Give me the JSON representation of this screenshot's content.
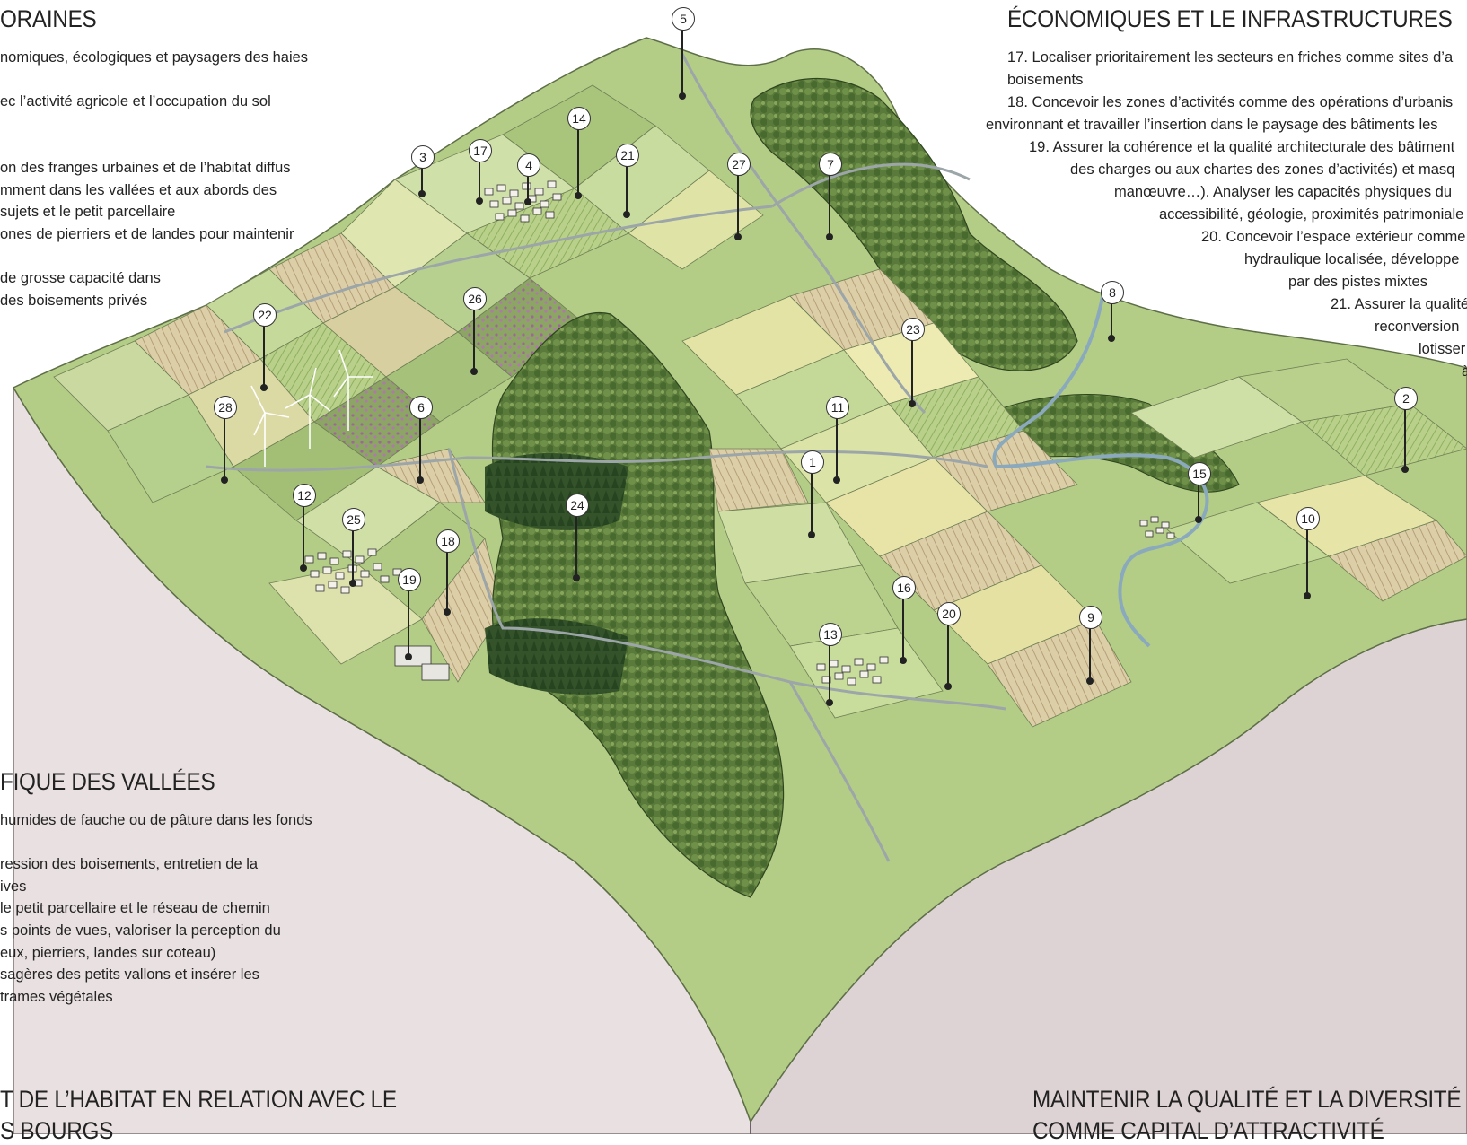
{
  "headings": {
    "top_left": "ORAINES",
    "top_right": "ÉCONOMIQUES ET LE INFRASTRUCTURES",
    "mid_left": "FIQUE DES VALLÉES",
    "bottom_left_1": "T DE L’HABITAT EN RELATION AVEC LE",
    "bottom_left_2": "S BOURGS",
    "bottom_right_1": "MAINTENIR LA QUALITÉ ET LA DIVERSITÉ",
    "bottom_right_2": "COMME CAPITAL D’ATTRACTIVITÉ"
  },
  "left_top_text": [
    "nomiques, écologiques et paysagers des haies",
    "",
    "ec l’activité agricole et l’occupation du sol",
    "",
    "",
    "on des franges urbaines et de l’habitat diffus",
    "mment dans les vallées et aux abords des",
    " sujets et le petit parcellaire",
    "ones de pierriers et de landes pour maintenir",
    "",
    " de grosse capacité dans",
    "des boisements privés"
  ],
  "left_mid_text": [
    "humides de fauche ou de pâture dans les fonds",
    "",
    "ression des boisements, entretien de la",
    "ives",
    " le petit parcellaire et le réseau de chemin",
    "s points de vues, valoriser la perception du",
    "eux, pierriers, landes sur coteau)",
    "sagères des petits vallons et insérer les",
    " trames végétales"
  ],
  "right_text": [
    {
      "text": "17. Localiser prioritairement les secteurs en friches comme sites d’a"
    },
    {
      "text": "boisements"
    },
    {
      "text": "18. Concevoir les zones d’activités comme des opérations d’urbanis"
    },
    {
      "text": "environnant et travailler l’insertion dans le paysage des bâtiments les"
    },
    {
      "text": "19. Assurer la cohérence et la qualité architecturale des bâtiment"
    },
    {
      "text": "des charges ou aux chartes des zones d’activités) et masq"
    },
    {
      "text": "manœuvre…). Analyser les capacités physiques du"
    },
    {
      "text": "accessibilité, géologie, proximités patrimoniale"
    },
    {
      "text": "20. Concevoir l’espace extérieur comme"
    },
    {
      "text": "hydraulique localisée, développe"
    },
    {
      "text": "par des pistes mixtes"
    },
    {
      "text": "21. Assurer la qualité"
    },
    {
      "text": "reconversion"
    },
    {
      "text": "lotisser"
    },
    {
      "text": "à"
    }
  ],
  "markers": [
    "1",
    "2",
    "3",
    "4",
    "5",
    "6",
    "7",
    "8",
    "9",
    "10",
    "11",
    "12",
    "13",
    "14",
    "15",
    "16",
    "17",
    "18",
    "19",
    "20",
    "21",
    "22",
    "23",
    "24",
    "25",
    "26",
    "27",
    "28"
  ],
  "colors": {
    "block_side": "#e8e0e0",
    "block_side_dark": "#d9cfd0",
    "forest": "#5d7a3e",
    "forest_dark": "#3f5a2a",
    "field_green": "#a8c47a",
    "field_yellow": "#e4e39a",
    "field_tan": "#d8c9a4",
    "field_pale": "#c9dba4",
    "road": "#9aa3a6",
    "river": "#7fa0b5",
    "lavender": "#9c6f9c"
  }
}
